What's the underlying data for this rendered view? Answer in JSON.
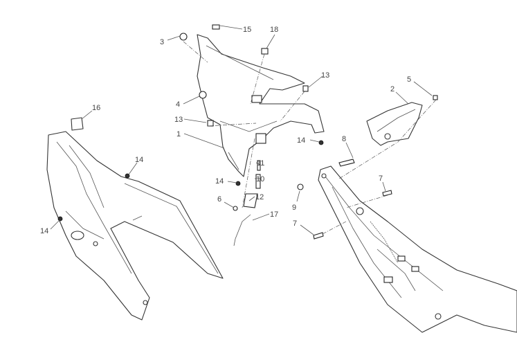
{
  "diagram": {
    "callouts": [
      {
        "id": "c15",
        "text": "15"
      },
      {
        "id": "c18",
        "text": "18"
      },
      {
        "id": "c3",
        "text": "3"
      },
      {
        "id": "c13a",
        "text": "13"
      },
      {
        "id": "c2",
        "text": "2"
      },
      {
        "id": "c5",
        "text": "5"
      },
      {
        "id": "c4",
        "text": "4"
      },
      {
        "id": "c16",
        "text": "16"
      },
      {
        "id": "c13b",
        "text": "13"
      },
      {
        "id": "c1",
        "text": "1"
      },
      {
        "id": "c14a",
        "text": "14"
      },
      {
        "id": "c8",
        "text": "8"
      },
      {
        "id": "c14b",
        "text": "14"
      },
      {
        "id": "c11",
        "text": "11"
      },
      {
        "id": "c10",
        "text": "10"
      },
      {
        "id": "c14c",
        "text": "14"
      },
      {
        "id": "c7a",
        "text": "7"
      },
      {
        "id": "c12",
        "text": "12"
      },
      {
        "id": "c6",
        "text": "6"
      },
      {
        "id": "c9",
        "text": "9"
      },
      {
        "id": "c17",
        "text": "17"
      },
      {
        "id": "c7b",
        "text": "7"
      },
      {
        "id": "c14d",
        "text": "14"
      }
    ]
  }
}
